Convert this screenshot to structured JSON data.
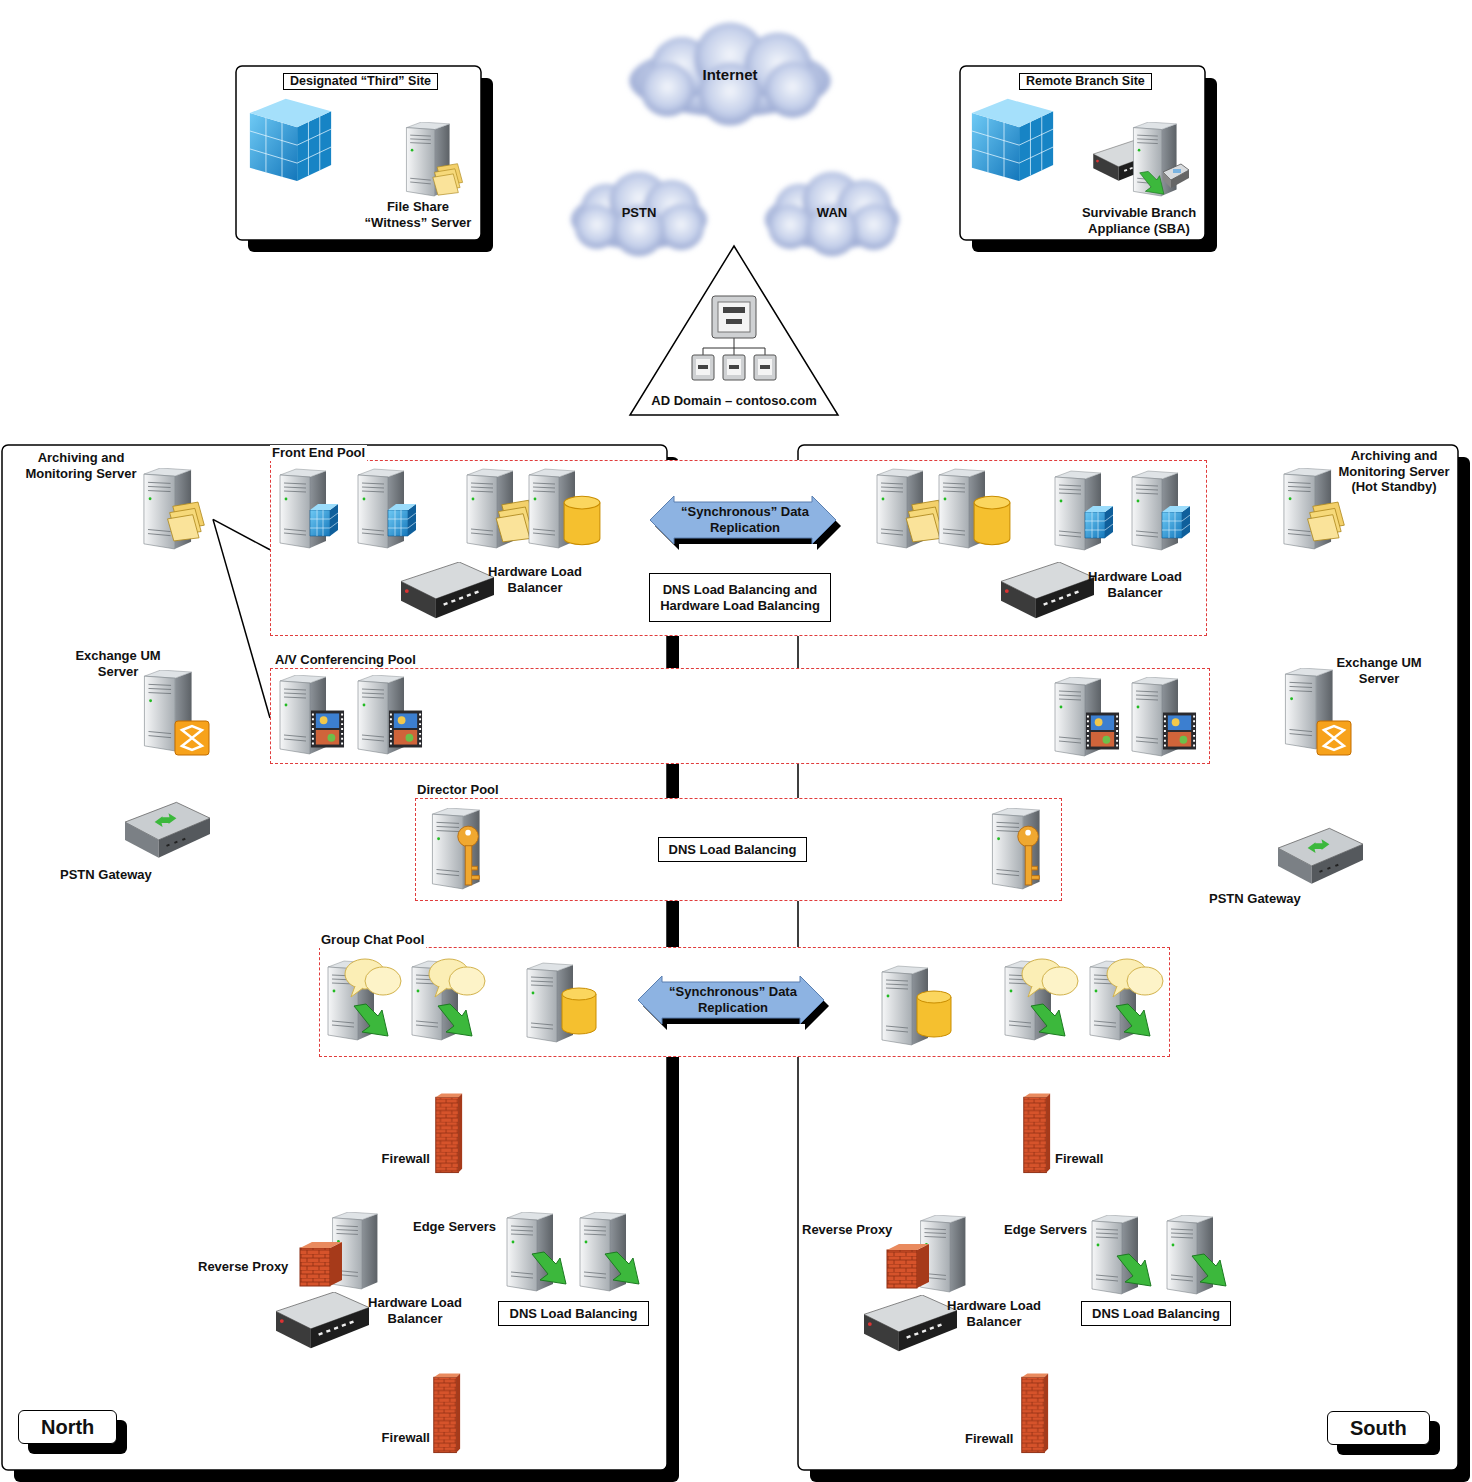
{
  "diagram": {
    "nodes": [
      {
        "text": [
          "Designated “Third” Site"
        ]
      },
      {
        "text": [
          "File Share “Witness” Server"
        ],
        "in": 0
      },
      {
        "text": [
          "Internet"
        ]
      },
      {
        "text": [
          "PSTN"
        ]
      },
      {
        "text": [
          "WAN"
        ]
      },
      {
        "text": [
          "Remote Branch Site"
        ]
      },
      {
        "text": [
          "Survivable Branch Appliance (SBA)"
        ],
        "in": 5
      },
      {
        "text": [
          "AD Domain – contoso.com"
        ]
      },
      {
        "text": [
          "North"
        ]
      },
      {
        "text": [
          "South"
        ]
      },
      {
        "text": [
          "Archiving and Monitoring Server"
        ],
        "in": 8
      },
      {
        "text": [
          "Front End Pool"
        ]
      },
      {
        "text": [
          "“Synchronous” Data Replication"
        ],
        "in": 11
      },
      {
        "text": [
          "Hardware Load Balancer"
        ],
        "in": 11
      },
      {
        "text": [
          "DNS Load Balancing and Hardware Load Balancing"
        ],
        "in": 11
      },
      {
        "text": [
          "Hardware Load Balancer"
        ],
        "in": 11
      },
      {
        "text": [
          "Archiving and Monitoring Server (Hot Standby)"
        ],
        "in": 9
      },
      {
        "text": [
          "Exchange UM Server"
        ],
        "in": 8
      },
      {
        "text": [
          "A/V Conferencing Pool"
        ]
      },
      {
        "text": [
          "Exchange UM Server"
        ],
        "in": 9
      },
      {
        "text": [
          "Director Pool"
        ]
      },
      {
        "text": [
          "DNS Load Balancing"
        ],
        "in": 20
      },
      {
        "text": [
          "PSTN Gateway"
        ],
        "in": 8
      },
      {
        "text": [
          "PSTN Gateway"
        ],
        "in": 9
      },
      {
        "text": [
          "Group Chat Pool"
        ]
      },
      {
        "text": [
          "“Synchronous” Data Replication"
        ],
        "in": 24
      },
      {
        "text": [
          "Firewall"
        ],
        "in": 8
      },
      {
        "text": [
          "Firewall"
        ],
        "in": 9
      },
      {
        "text": [
          "Reverse Proxy"
        ],
        "in": 8
      },
      {
        "text": [
          "Edge Servers"
        ],
        "in": 8
      },
      {
        "text": [
          "Hardware Load Balancer"
        ],
        "in": 8
      },
      {
        "text": [
          "DNS Load Balancing"
        ],
        "in": 8
      },
      {
        "text": [
          "Reverse Proxy"
        ],
        "in": 9
      },
      {
        "text": [
          "Edge Servers"
        ],
        "in": 9
      },
      {
        "text": [
          "Hardware Load Balancer"
        ],
        "in": 9
      },
      {
        "text": [
          "DNS Load Balancing"
        ],
        "in": 9
      },
      {
        "text": [
          "Firewall"
        ],
        "in": 8
      },
      {
        "text": [
          "Firewall"
        ],
        "in": 9
      }
    ],
    "edges": [
      {
        "from": 10,
        "to": 11,
        "arrow": "none"
      },
      {
        "from": 10,
        "to": 18,
        "arrow": "none"
      }
    ]
  }
}
